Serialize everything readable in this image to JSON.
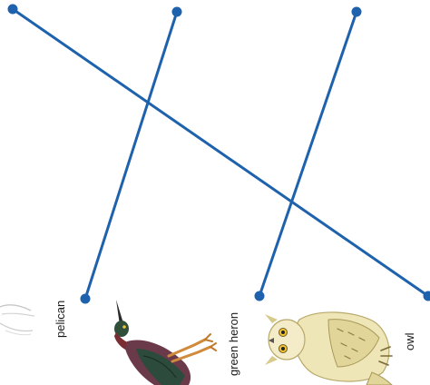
{
  "labels": {
    "pelican": "pelican",
    "green_heron": "green heron",
    "owl": "owl"
  },
  "colors": {
    "line": "#1e62ad",
    "dot": "#1e62ad"
  },
  "matches": [
    {
      "from": "top-dot-1",
      "to": "owl"
    },
    {
      "from": "top-dot-2",
      "to": "pelican"
    },
    {
      "from": "top-dot-3",
      "to": "green heron"
    }
  ]
}
